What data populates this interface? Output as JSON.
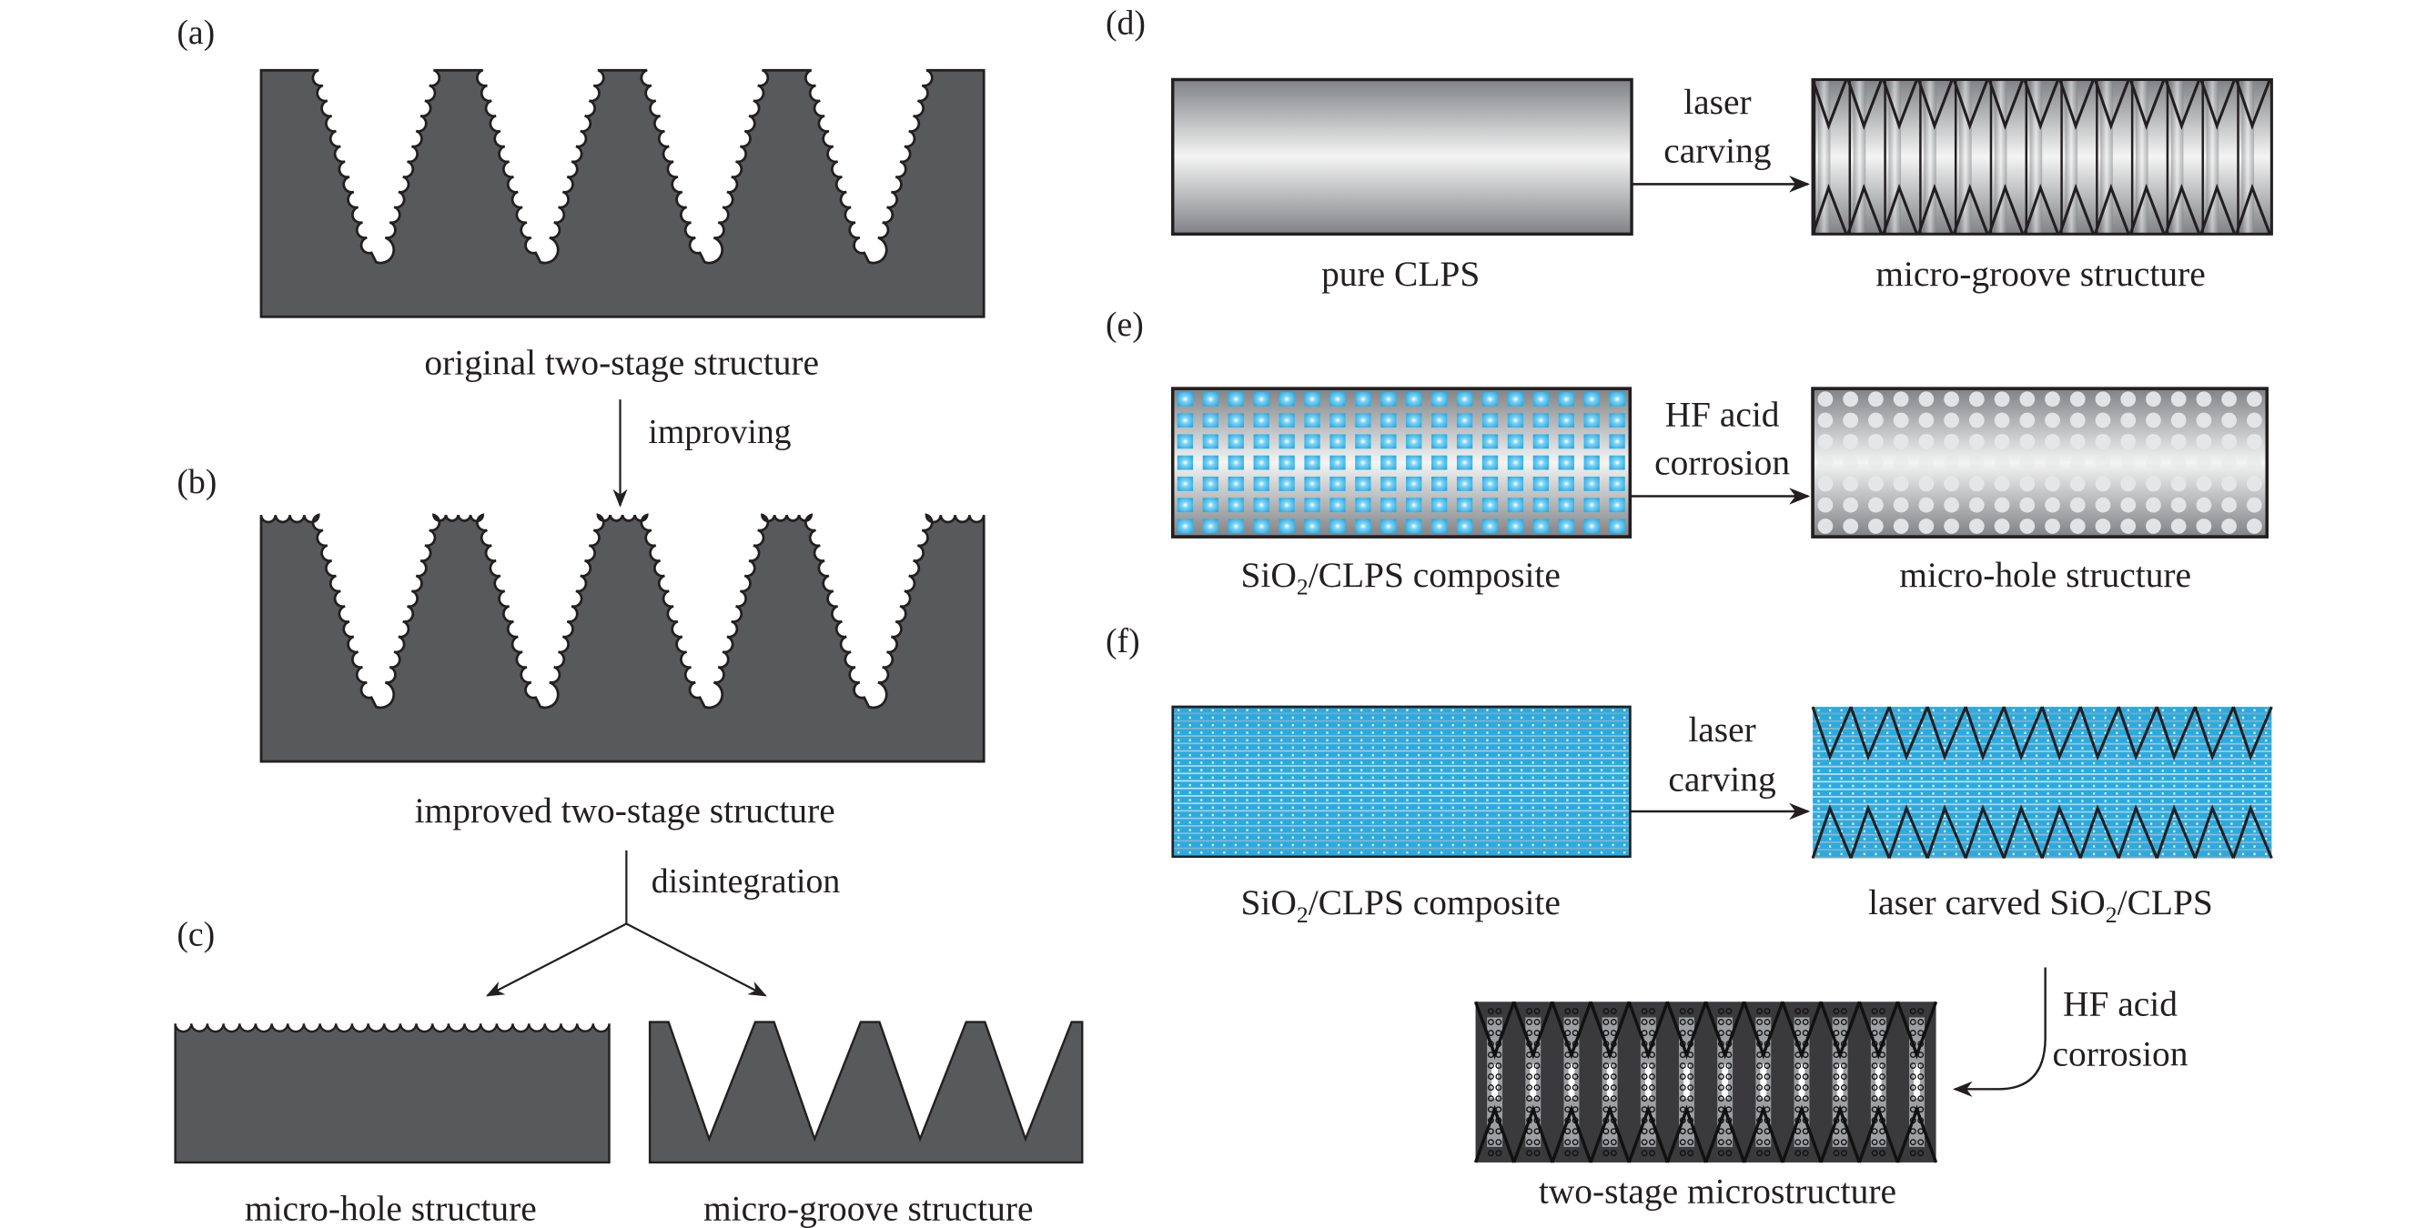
{
  "panels": {
    "a": {
      "label": "(a)",
      "caption": "original two-stage structure"
    },
    "b": {
      "label": "(b)",
      "caption": "improved two-stage structure"
    },
    "c": {
      "label": "(c)",
      "caption_left": "micro-hole structure",
      "caption_right": "micro-groove structure"
    },
    "d": {
      "label": "(d)",
      "caption_left": "pure CLPS",
      "caption_right": "micro-groove structure",
      "arrow_line1": "laser",
      "arrow_line2": "carving"
    },
    "e": {
      "label": "(e)",
      "caption_left_pre": "SiO",
      "caption_left_sub": "2",
      "caption_left_post": "/CLPS composite",
      "caption_right": "micro-hole structure",
      "arrow_line1": "HF acid",
      "arrow_line2": "corrosion"
    },
    "f": {
      "label": "(f)",
      "caption_left_pre": "SiO",
      "caption_left_sub": "2",
      "caption_left_post": "/CLPS composite",
      "caption_right_pre": "laser carved SiO",
      "caption_right_sub": "2",
      "caption_right_post": "/CLPS",
      "arrow_line1": "laser",
      "arrow_line2": "carving",
      "arrow2_line1": "HF acid",
      "arrow2_line2": "corrosion",
      "caption_bottom": "two-stage microstructure"
    }
  },
  "arrows": {
    "improving": "improving",
    "disintegration": "disintegration"
  },
  "structure": {
    "grooves_ab": 4,
    "grooves_c": 4,
    "grooves_d": 13,
    "holes_cols": 18,
    "holes_rows": 7,
    "fine_cols": 40,
    "fine_rows": 20
  },
  "colors": {
    "solid": "#58595b",
    "stroke": "#231f20",
    "blue": "#29abe2",
    "metal_dark": "#808285",
    "metal_light": "#f1f1f2",
    "hole": "#e6e7e8"
  }
}
